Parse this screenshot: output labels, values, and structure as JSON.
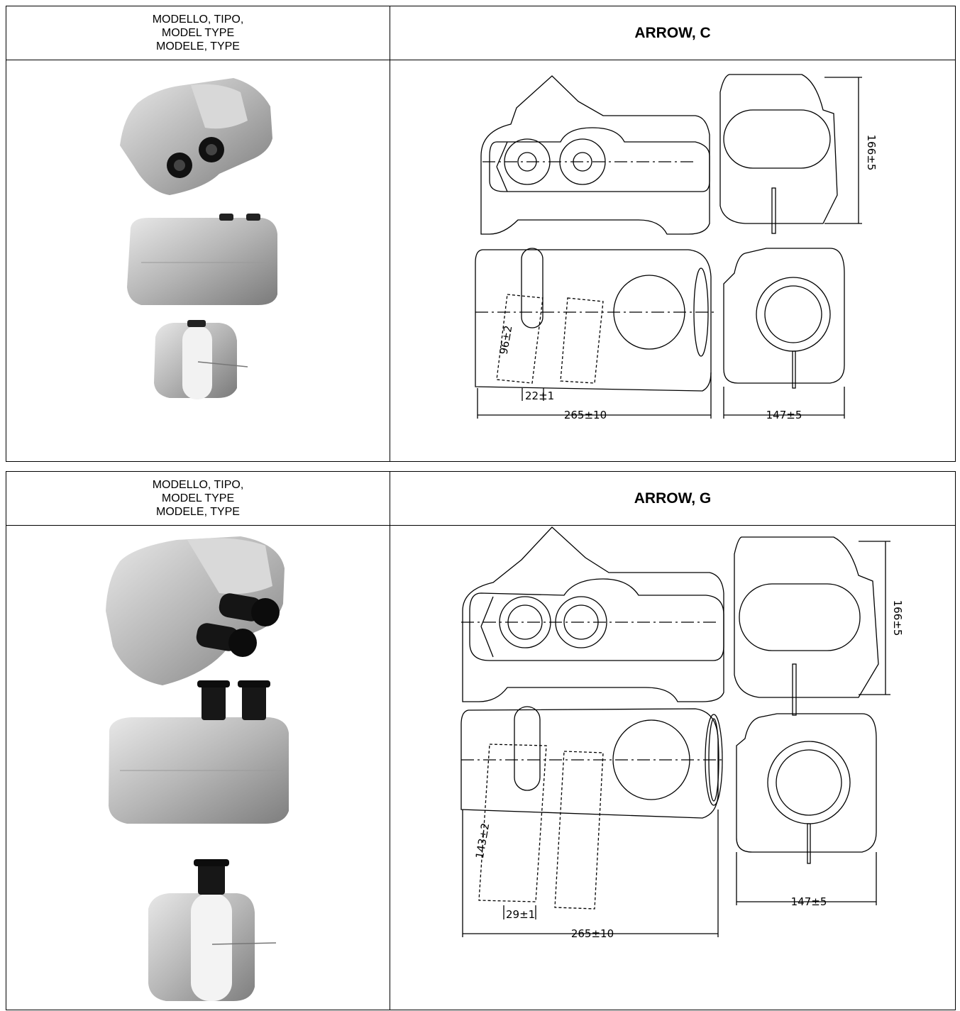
{
  "sections": [
    {
      "header_left": [
        "MODELLO, TIPO,",
        "MODEL TYPE",
        "MODELE, TYPE"
      ],
      "model_name": "ARROW, C",
      "dims": {
        "height": "166±5",
        "pipe_len": "96±2",
        "pipe_dia": "22±1",
        "length": "265±10",
        "width": "147±5"
      }
    },
    {
      "header_left": [
        "MODELLO, TIPO,",
        "MODEL TYPE",
        "MODELE, TYPE"
      ],
      "model_name": "ARROW, G",
      "dims": {
        "height": "166±5",
        "pipe_len": "143±2",
        "pipe_dia": "29±1",
        "length": "265±10",
        "width": "147±5"
      }
    }
  ]
}
